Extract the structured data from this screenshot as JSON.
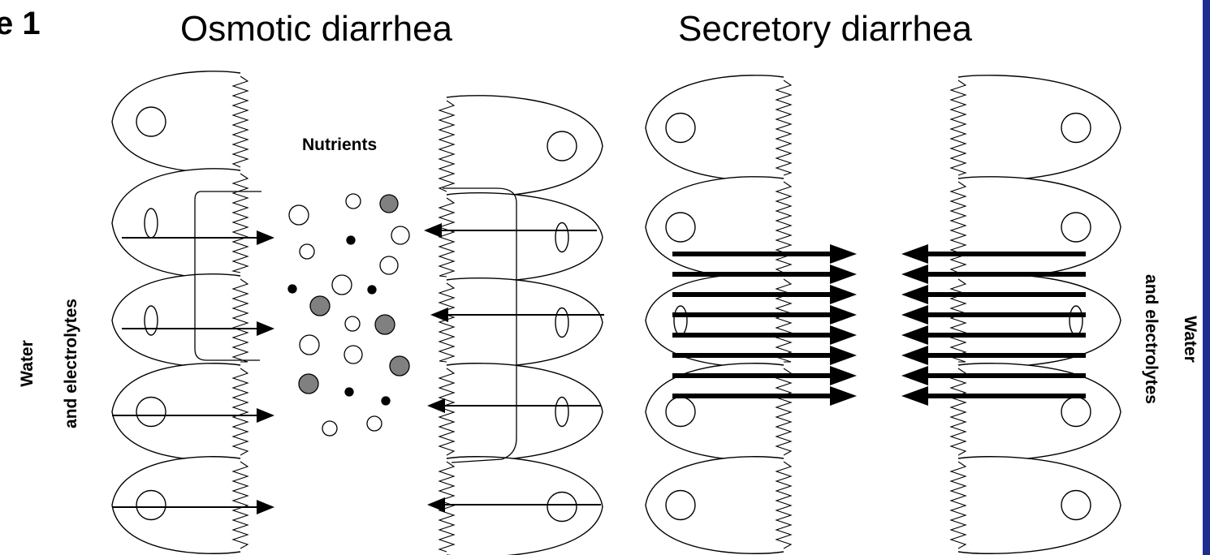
{
  "figure_label": "e 1",
  "titles": {
    "osmotic": "Osmotic diarrhea",
    "secretory": "Secretory diarrhea"
  },
  "labels": {
    "nutrients": "Nutrients",
    "left_water_line1": "Water",
    "left_water_line2": "and electrolytes",
    "right_water_line1": "Water",
    "right_water_line2": "and electrolytes"
  },
  "colors": {
    "background": "#ffffff",
    "ink": "#000000",
    "particle_gray": "#808080",
    "right_edge_bar": "#1c2f8f"
  }
}
